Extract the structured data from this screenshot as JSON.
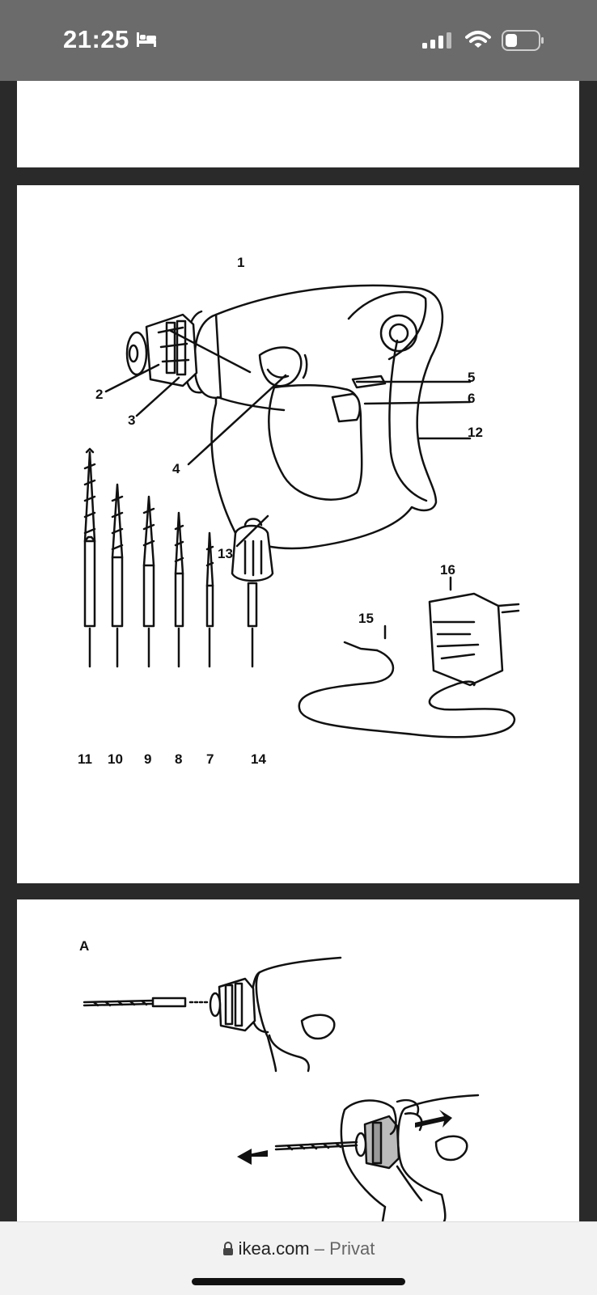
{
  "status_bar": {
    "time": "21:25",
    "icons": [
      "sleep-icon",
      "cellular-signal-icon",
      "wifi-icon",
      "battery-icon"
    ]
  },
  "diagram": {
    "callouts": [
      "1",
      "2",
      "3",
      "4",
      "5",
      "6",
      "12",
      "13",
      "11",
      "10",
      "9",
      "8",
      "7",
      "14",
      "15",
      "16"
    ]
  },
  "step": {
    "label": "A"
  },
  "browser": {
    "domain": "ikea.com",
    "separator": "–",
    "privacy_label": "Privat",
    "lock_icon": "lock-icon"
  }
}
